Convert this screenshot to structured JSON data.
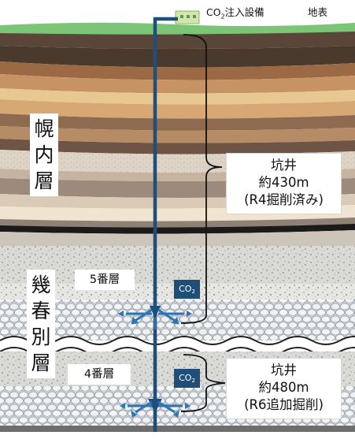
{
  "labels": {
    "facility_prefix": "CO",
    "facility_sub": "2",
    "facility_suffix": "注入設備",
    "surface": "地表"
  },
  "layers": {
    "upper": {
      "chars": [
        "幌",
        "内",
        "層"
      ]
    },
    "lower": {
      "chars": [
        "幾",
        "春",
        "別",
        "層"
      ]
    }
  },
  "sublayers": {
    "layer5": "5番層",
    "layer4": "4番層"
  },
  "co2_tag": {
    "main": "CO",
    "sub": "2"
  },
  "wells": {
    "well1": {
      "lines": [
        "坑井",
        "約430m",
        "(R4掘削済み)"
      ]
    },
    "well2": {
      "lines": [
        "坑井",
        "約480m",
        "(R6追加掘削)"
      ]
    }
  },
  "colors": {
    "well_pipe": "#1f4e79",
    "injection_arrow": "#2e75b6",
    "co2_tag": "#1f4e79",
    "ground": "#7cc576",
    "facility": "#cfe8a9"
  }
}
